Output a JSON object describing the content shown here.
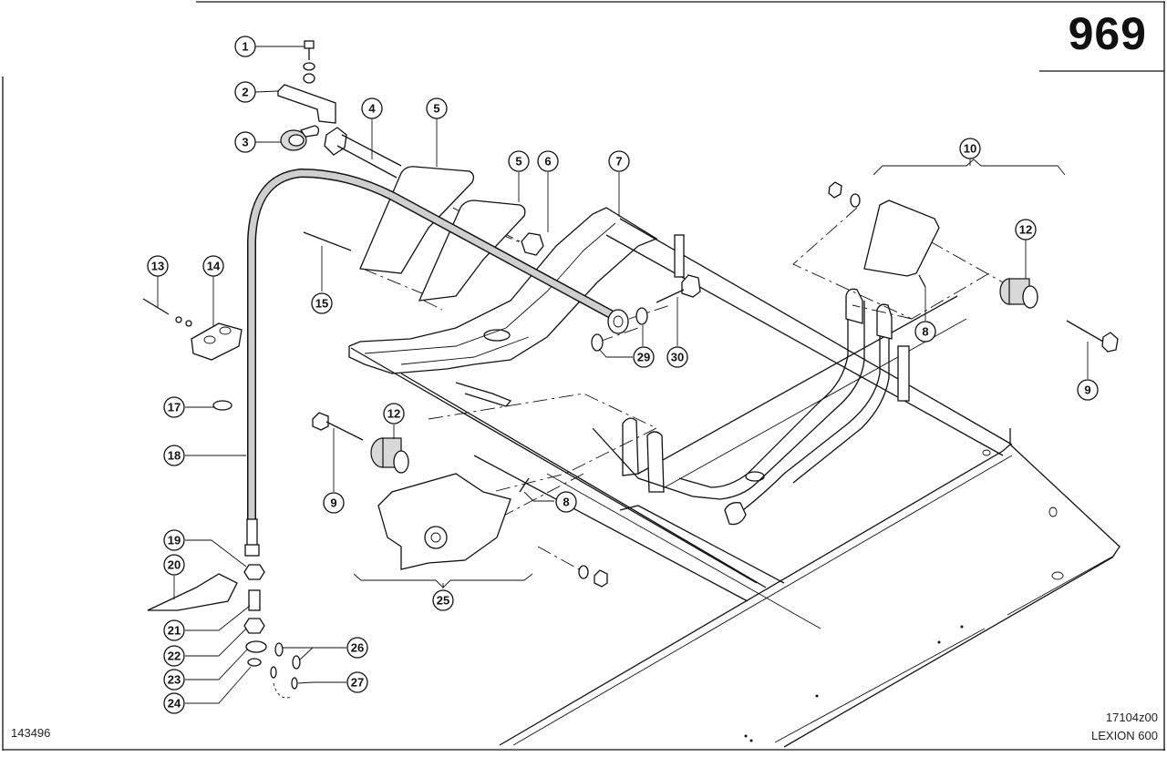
{
  "page": {
    "page_number": "969",
    "document_id": "143496",
    "drawing_code": "17104z00",
    "model": "LEXION 600"
  },
  "diagram": {
    "type": "exploded-parts-diagram",
    "callouts": [
      {
        "id": "c1",
        "label": "1",
        "part": "bolt"
      },
      {
        "id": "c2",
        "label": "2",
        "part": "angle-bracket"
      },
      {
        "id": "c3",
        "label": "3",
        "part": "hose-clamp"
      },
      {
        "id": "c4",
        "label": "4",
        "part": "hex-bolt"
      },
      {
        "id": "c5a",
        "label": "5",
        "part": "mounting-plate"
      },
      {
        "id": "c5b",
        "label": "5",
        "part": "mounting-plate"
      },
      {
        "id": "c6",
        "label": "6",
        "part": "hex-nut"
      },
      {
        "id": "c7",
        "label": "7",
        "part": "frame"
      },
      {
        "id": "c8a",
        "label": "8",
        "part": "grease-nipple-bolt"
      },
      {
        "id": "c8b",
        "label": "8",
        "part": "grease-nipple-bolt"
      },
      {
        "id": "c9a",
        "label": "9",
        "part": "hex-bolt"
      },
      {
        "id": "c9b",
        "label": "9",
        "part": "hex-bolt"
      },
      {
        "id": "c10",
        "label": "10",
        "part": "bearing-assembly"
      },
      {
        "id": "c12a",
        "label": "12",
        "part": "bushing"
      },
      {
        "id": "c12b",
        "label": "12",
        "part": "bushing"
      },
      {
        "id": "c13",
        "label": "13",
        "part": "bolt"
      },
      {
        "id": "c14",
        "label": "14",
        "part": "clamp-block"
      },
      {
        "id": "c15",
        "label": "15",
        "part": "long-bolt"
      },
      {
        "id": "c17",
        "label": "17",
        "part": "hose-clip"
      },
      {
        "id": "c18",
        "label": "18",
        "part": "hose"
      },
      {
        "id": "c19",
        "label": "19",
        "part": "nut"
      },
      {
        "id": "c20",
        "label": "20",
        "part": "protective-sleeve"
      },
      {
        "id": "c21",
        "label": "21",
        "part": "fitting"
      },
      {
        "id": "c22",
        "label": "22",
        "part": "nut"
      },
      {
        "id": "c23",
        "label": "23",
        "part": "seal-washer"
      },
      {
        "id": "c24",
        "label": "24",
        "part": "o-ring"
      },
      {
        "id": "c25",
        "label": "25",
        "part": "bearing-assembly"
      },
      {
        "id": "c26",
        "label": "26",
        "part": "o-ring"
      },
      {
        "id": "c27",
        "label": "27",
        "part": "chain-link-seal"
      },
      {
        "id": "c29",
        "label": "29",
        "part": "washer"
      },
      {
        "id": "c30",
        "label": "30",
        "part": "bolt"
      }
    ]
  }
}
